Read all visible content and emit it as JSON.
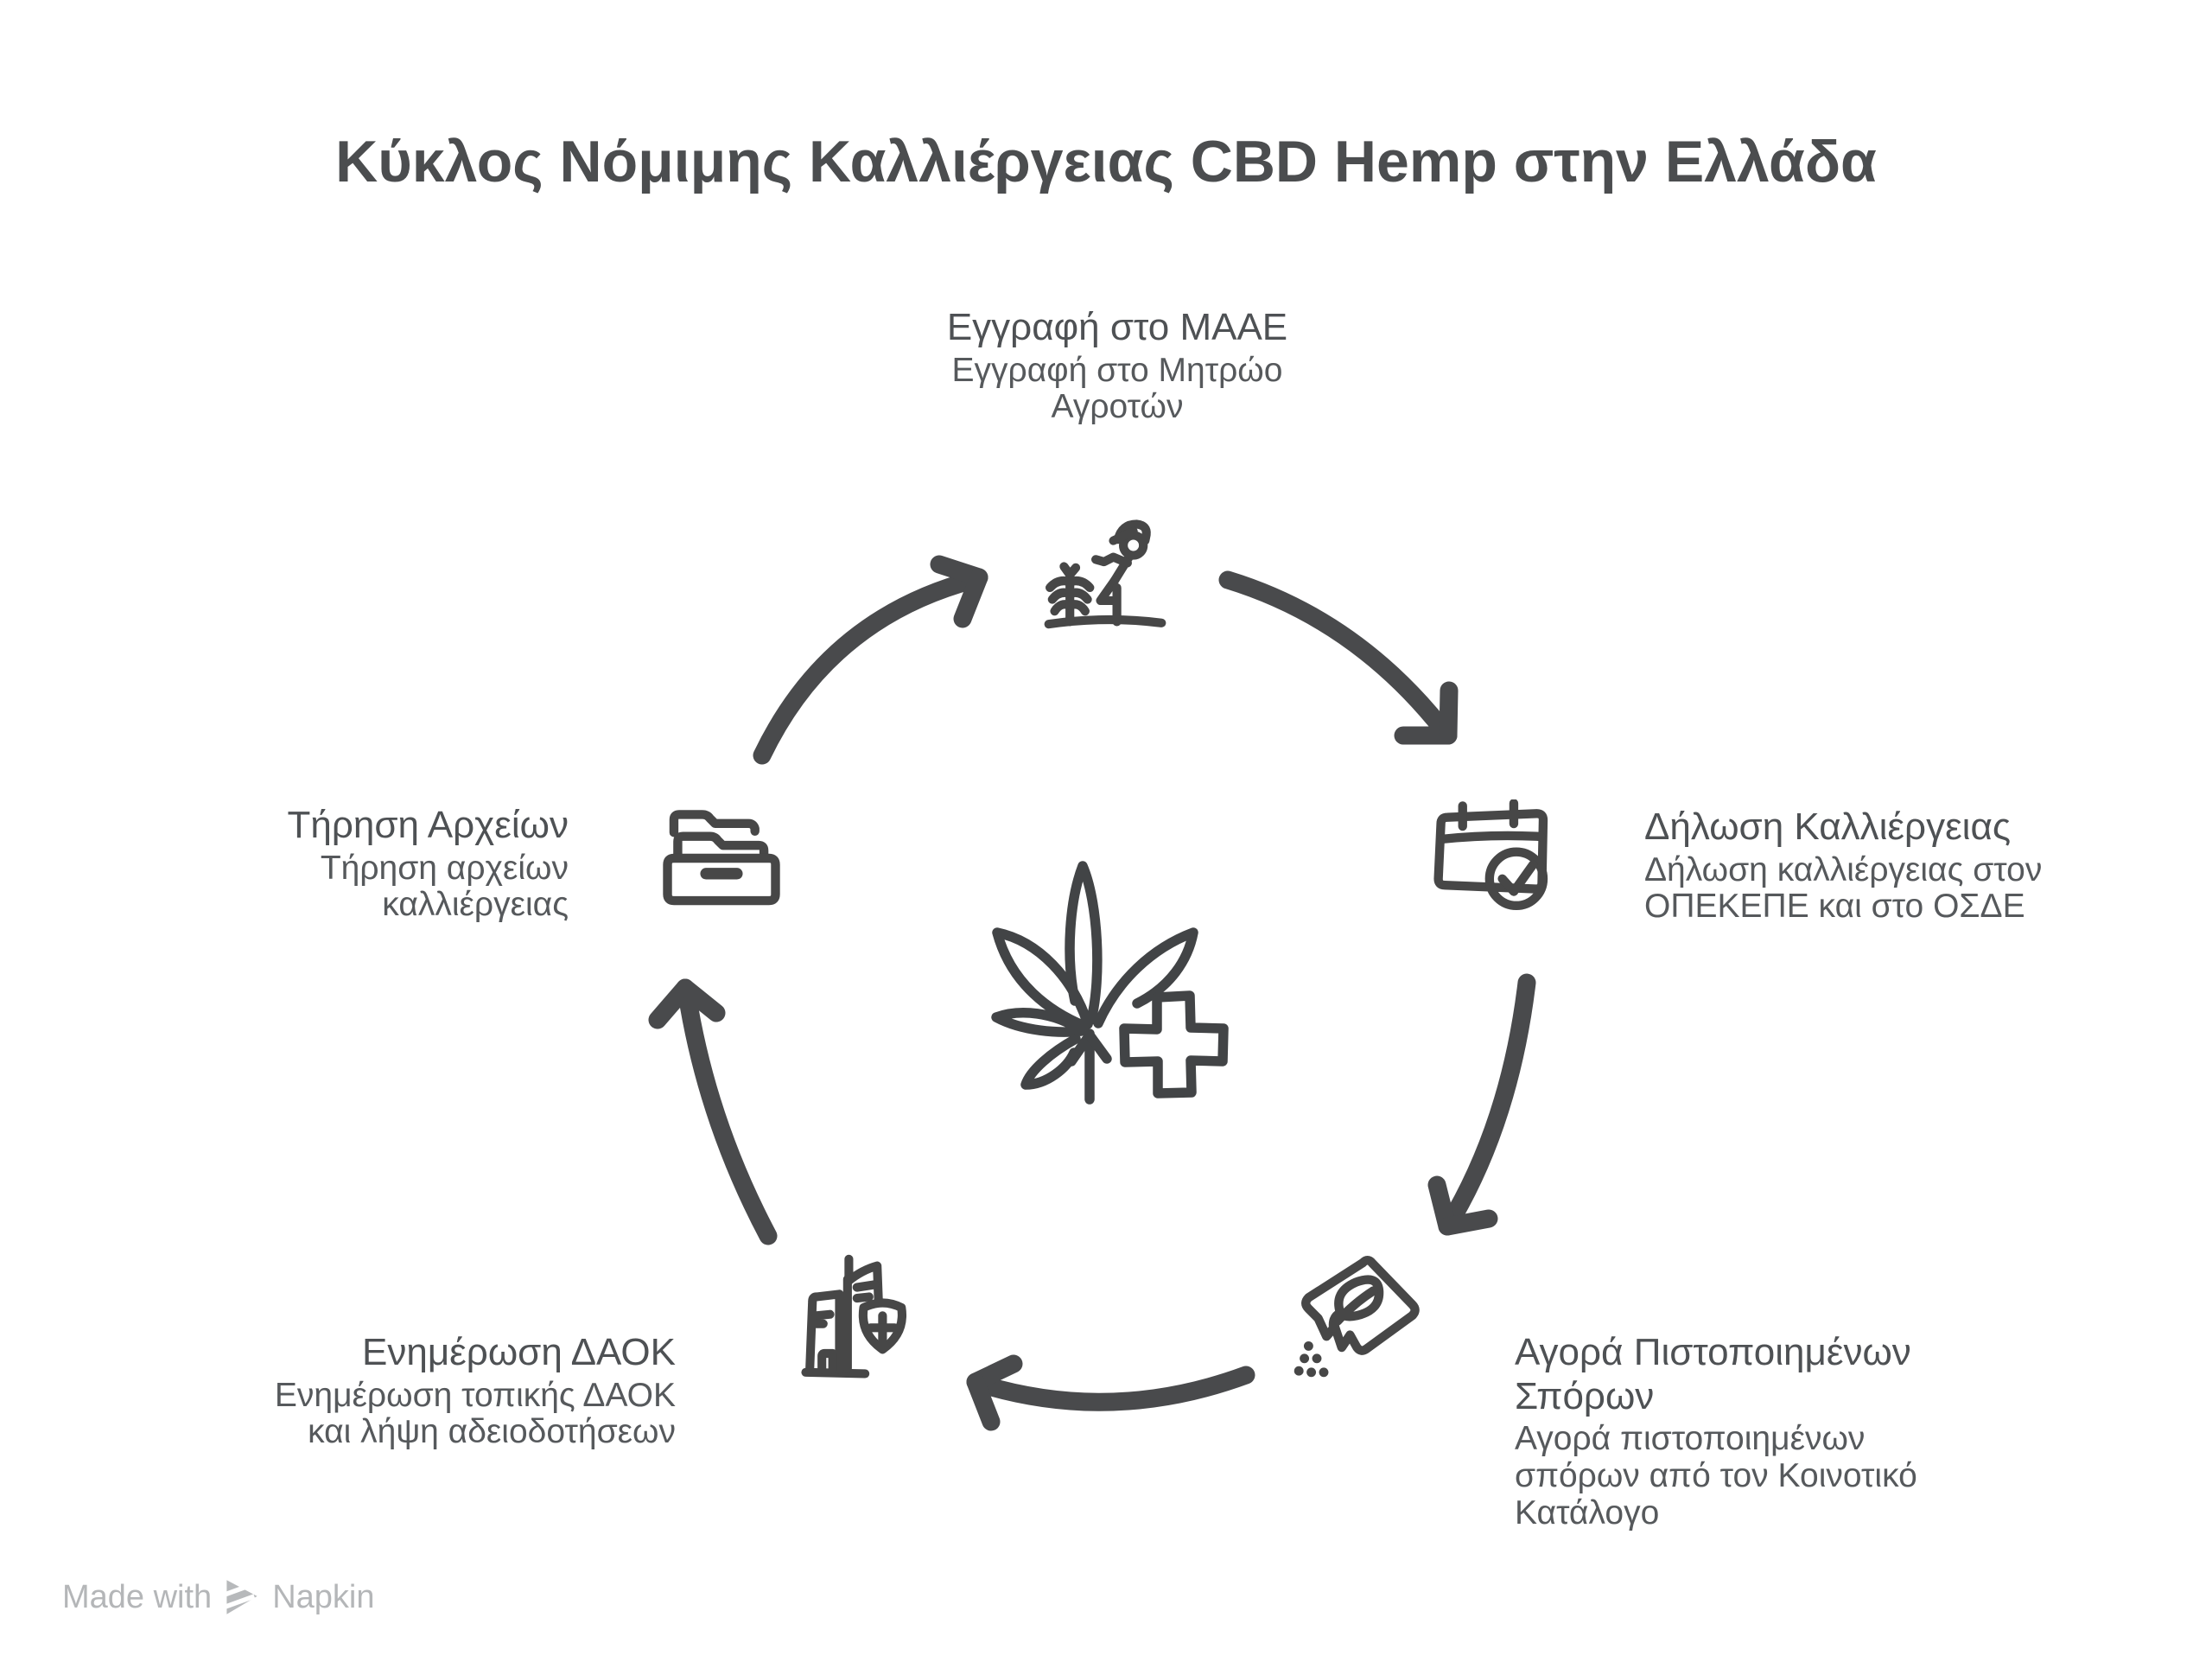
{
  "title": "Κύκλος Νόμιμης Καλλιέργειας CBD Hemp στην Ελλάδα",
  "colors": {
    "background": "#ffffff",
    "ink": "#474747",
    "arrow": "#494a4c",
    "heading": "#4b4d4f",
    "step_title": "#4e5154",
    "step_description": "#56595c",
    "watermark": "#b4b6b8"
  },
  "center_icon": "hemp-leaf-medical-cross-icon",
  "steps": [
    {
      "position": "top",
      "icon": "farmer-planting-icon",
      "title": "Εγγραφή στο ΜΑΑΕ",
      "description": "Εγγραφή στο Μητρώο\nΑγροτών"
    },
    {
      "position": "right",
      "icon": "calendar-check-icon",
      "title": "Δήλωση Καλλιέργειας",
      "description": "Δήλωση καλλιέργειας στον\nΟΠΕΚΕΠΕ και στο ΟΣΔΕ"
    },
    {
      "position": "bottom-right",
      "icon": "seed-packet-icon",
      "title": "Αγορά Πιστοποιημένων\nΣπόρων",
      "description": "Αγορά πιστοποιημένων\nσπόρων από τον Κοινοτικό\nΚατάλογο"
    },
    {
      "position": "bottom-left",
      "icon": "building-medical-shield-icon",
      "title": "Ενημέρωση ΔΑΟΚ",
      "description": "Ενημέρωση τοπικής ΔΑΟΚ\nκαι λήψη αδειοδοτήσεων"
    },
    {
      "position": "left",
      "icon": "archive-folders-icon",
      "title": "Τήρηση Αρχείων",
      "description": "Τήρηση αρχείων\nκαλλιέργειας"
    }
  ],
  "watermark": {
    "prefix": "Made with",
    "brand": "Napkin",
    "logo": "napkin-logo-icon"
  }
}
